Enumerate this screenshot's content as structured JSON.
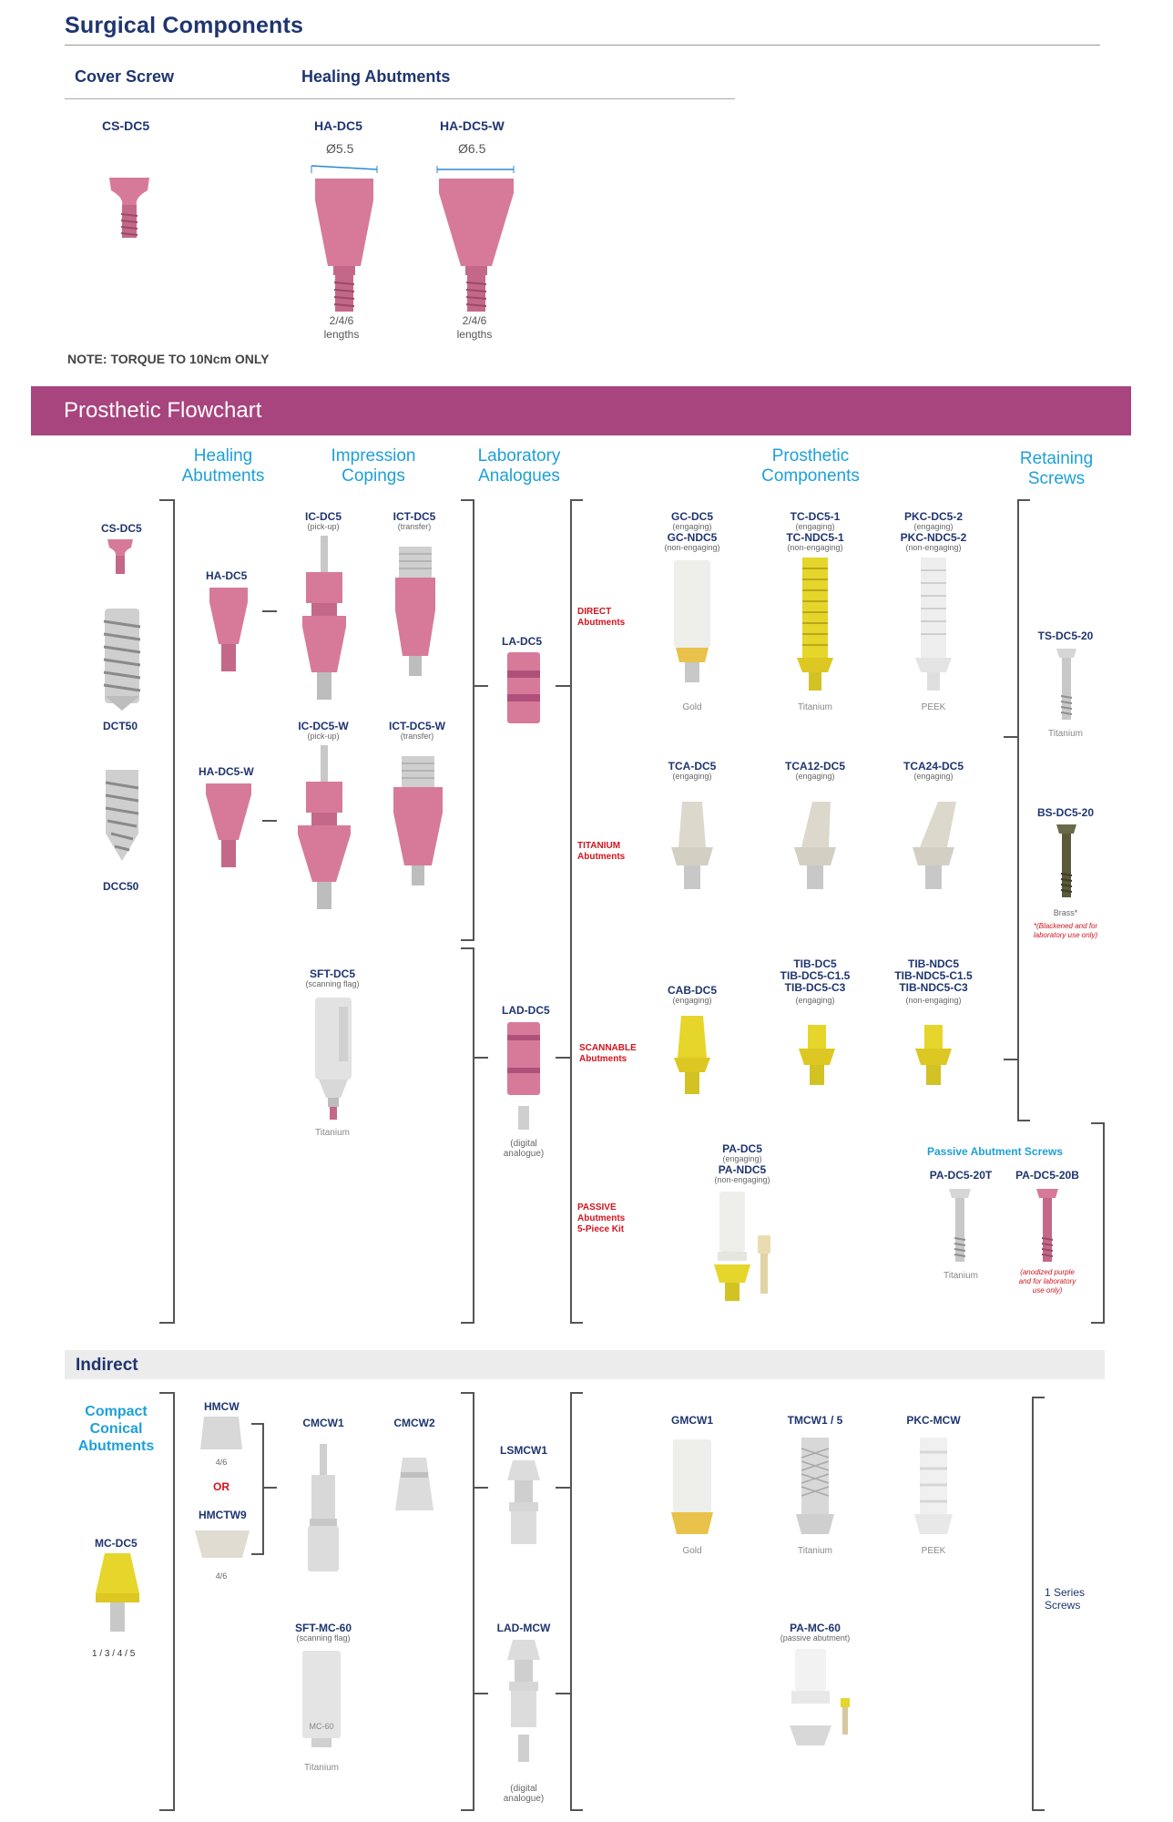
{
  "surgical": {
    "title": "Surgical Components",
    "cover_screw_heading": "Cover Screw",
    "healing_heading": "Healing Abutments",
    "cover_code": "CS-DC5",
    "ha1_code": "HA-DC5",
    "ha1_dia": "Ø5.5",
    "ha1_lengths": "2/4/6\nlengths",
    "ha2_code": "HA-DC5-W",
    "ha2_dia": "Ø6.5",
    "ha2_lengths": "2/4/6\nlengths",
    "note": "NOTE: TORQUE TO 10Ncm ONLY"
  },
  "flow": {
    "banner": "Prosthetic Flowchart",
    "col_healing": "Healing\nAbutments",
    "col_impression": "Impression\nCopings",
    "col_lab": "Laboratory\nAnalogues",
    "col_prosthetic": "Prosthetic\nComponents",
    "col_retaining": "Retaining\nScrews",
    "cs": "CS-DC5",
    "dct": "DCT50",
    "dcc": "DCC50",
    "ha1": "HA-DC5",
    "ha2": "HA-DC5-W",
    "ic1": "IC-DC5",
    "ic1_sub": "(pick-up)",
    "ict1": "ICT-DC5",
    "ict1_sub": "(transfer)",
    "ic2": "IC-DC5-W",
    "ic2_sub": "(pick-up)",
    "ict2": "ICT-DC5-W",
    "ict2_sub": "(transfer)",
    "sft": "SFT-DC5",
    "sft_sub": "(scanning flag)",
    "sft_mat": "Titanium",
    "la": "LA-DC5",
    "lad": "LAD-DC5",
    "lad_sub": "(digital\nanalogue)",
    "cat_direct": "DIRECT\nAbutments",
    "cat_titanium": "TITANIUM\nAbutments",
    "cat_scannable": "SCANNABLE\nAbutments",
    "cat_passive": "PASSIVE\nAbutments\n5-Piece Kit",
    "gc": "GC-DC5",
    "gc_sub": "(engaging)",
    "gc2": "GC-NDC5",
    "gc2_sub": "(non-engaging)",
    "gc_mat": "Gold",
    "tc": "TC-DC5-1",
    "tc_sub": "(engaging)",
    "tc2": "TC-NDC5-1",
    "tc2_sub": "(non-engaging)",
    "tc_mat": "Titanium",
    "pkc": "PKC-DC5-2",
    "pkc_sub": "(engaging)",
    "pkc2": "PKC-NDC5-2",
    "pkc2_sub": "(non-engaging)",
    "pkc_mat": "PEEK",
    "tca": "TCA-DC5",
    "tca_sub": "(engaging)",
    "tca12": "TCA12-DC5",
    "tca12_sub": "(engaging)",
    "tca24": "TCA24-DC5",
    "tca24_sub": "(engaging)",
    "cab": "CAB-DC5",
    "cab_sub": "(engaging)",
    "tib": "TIB-DC5\nTIB-DC5-C1.5\nTIB-DC5-C3",
    "tib_sub": "(engaging)",
    "tibn": "TIB-NDC5\nTIB-NDC5-C1.5\nTIB-NDC5-C3",
    "tibn_sub": "(non-engaging)",
    "pa": "PA-DC5",
    "pa_sub": "(engaging)",
    "pa2": "PA-NDC5",
    "pa2_sub": "(non-engaging)",
    "ts": "TS-DC5-20",
    "ts_mat": "Titanium",
    "bs": "BS-DC5-20",
    "bs_mat": "Brass*",
    "bs_note": "*(Blackened and for\nlaboratory use only)",
    "passive_screws": "Passive Abutment Screws",
    "pas1": "PA-DC5-20T",
    "pas1_mat": "Titanium",
    "pas2": "PA-DC5-20B",
    "pas2_note": "(anodized purple\nand for laboratory\nuse only)"
  },
  "indirect": {
    "title": "Indirect",
    "compact": "Compact\nConical\nAbutments",
    "mc": "MC-DC5",
    "mc_len": "1 / 3 / 4 / 5",
    "hmcw": "HMCW",
    "hmcw_len": "4/6",
    "or": "OR",
    "hmctw": "HMCTW9",
    "hmctw_len": "4/6",
    "cmcw1": "CMCW1",
    "cmcw2": "CMCW2",
    "sftmc": "SFT-MC-60",
    "sftmc_sub": "(scanning flag)",
    "sftmc_mat": "Titanium",
    "sftmc_engr": "MC-60",
    "lsmcw": "LSMCW1",
    "ladmcw": "LAD-MCW",
    "ladmcw_sub": "(digital\nanalogue)",
    "gmcw": "GMCW1",
    "gmcw_mat": "Gold",
    "tmcw": "TMCW1 / 5",
    "tmcw_mat": "Titanium",
    "pkcmcw": "PKC-MCW",
    "pkcmcw_mat": "PEEK",
    "pamc": "PA-MC-60",
    "pamc_sub": "(passive abutment)",
    "series": "1 Series\nScrews"
  }
}
